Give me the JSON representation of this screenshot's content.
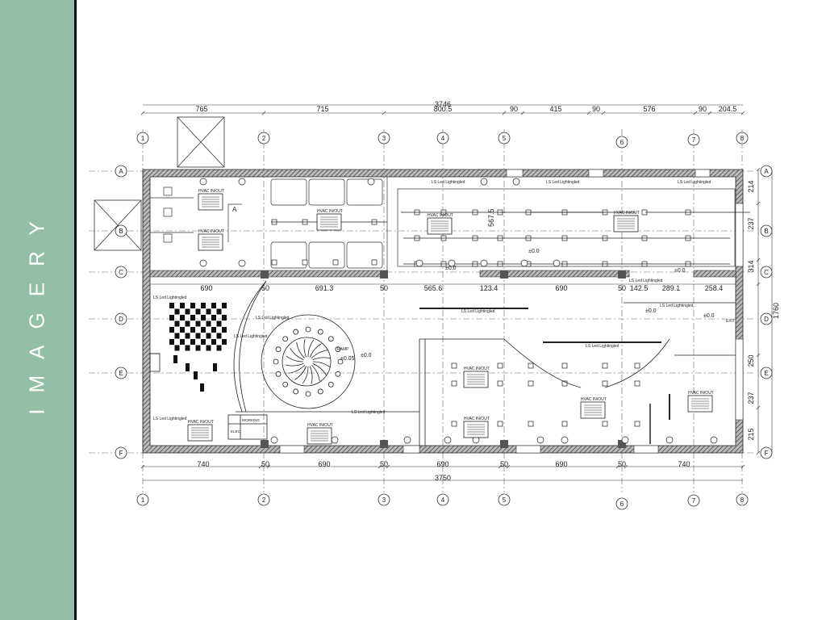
{
  "sidebar": {
    "title": "IMAGERY"
  },
  "plan": {
    "top_total": "3746",
    "top_dims": [
      "765",
      "715",
      "800.5",
      "90",
      "415",
      "90",
      "576",
      "90",
      "204.5"
    ],
    "bottom_total": "3750",
    "bottom_dims": [
      "740",
      "50",
      "690",
      "50",
      "690",
      "50",
      "690",
      "50",
      "740"
    ],
    "mid_dims": [
      "690",
      "50",
      "691.3",
      "50",
      "565.6",
      "123.4",
      "690",
      "50",
      "142.5",
      "289.1",
      "258.4"
    ],
    "right_total": "1760",
    "right_dims": [
      "214",
      "237",
      "314",
      "250",
      "237",
      "215"
    ],
    "top_upper_dim": "567.5",
    "grid_cols": [
      "1",
      "2",
      "3",
      "4",
      "5",
      "6",
      "7",
      "8"
    ],
    "grid_rows": [
      "A",
      "B",
      "C",
      "D",
      "E",
      "F"
    ],
    "hvac_label": "HVAC IN/OUT",
    "led_label": "LS Led Lightingled",
    "level_label": "±0.0",
    "level_label_2": "±0.05",
    "ramp_label": "RAMP",
    "door_label": "A",
    "exit_label": "EXIT",
    "room_label_1": "WORKING",
    "room_label_2": "ELEC"
  }
}
